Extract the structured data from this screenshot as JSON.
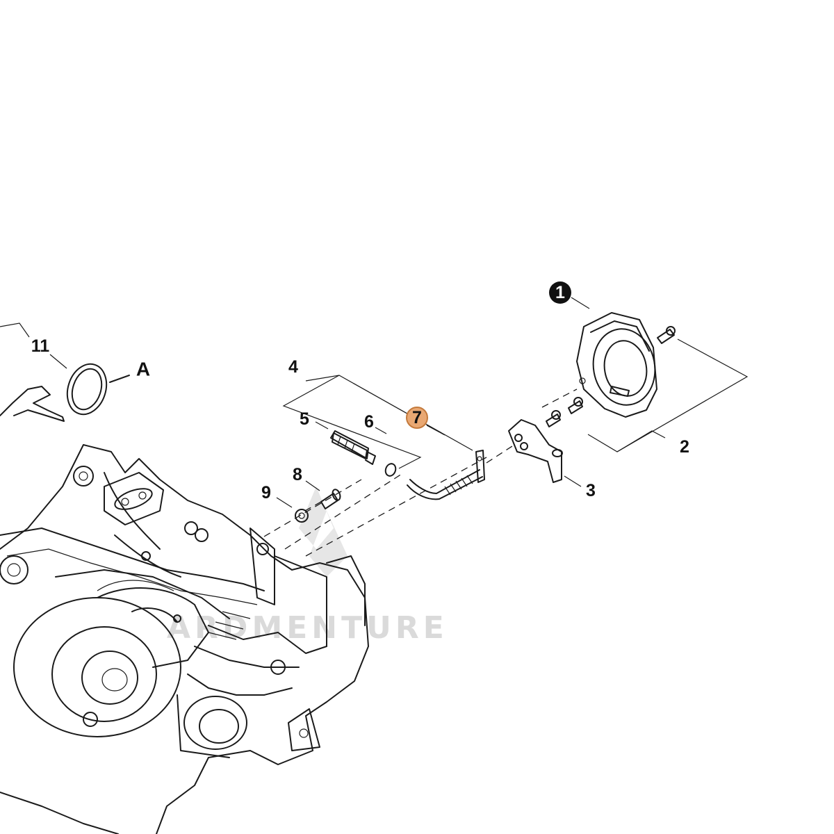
{
  "diagram": {
    "callouts": {
      "c1": "1",
      "c2": "2",
      "c3": "3",
      "c4": "4",
      "c5": "5",
      "c6": "6",
      "c7": "7",
      "c8": "8",
      "c9": "9",
      "c11": "11",
      "cA": "A"
    },
    "highlight_color": "#e9a873",
    "highlight_stroke": "#c47a3c",
    "filled_badge_color": "#111111",
    "watermark": "ARDMENTURE"
  }
}
